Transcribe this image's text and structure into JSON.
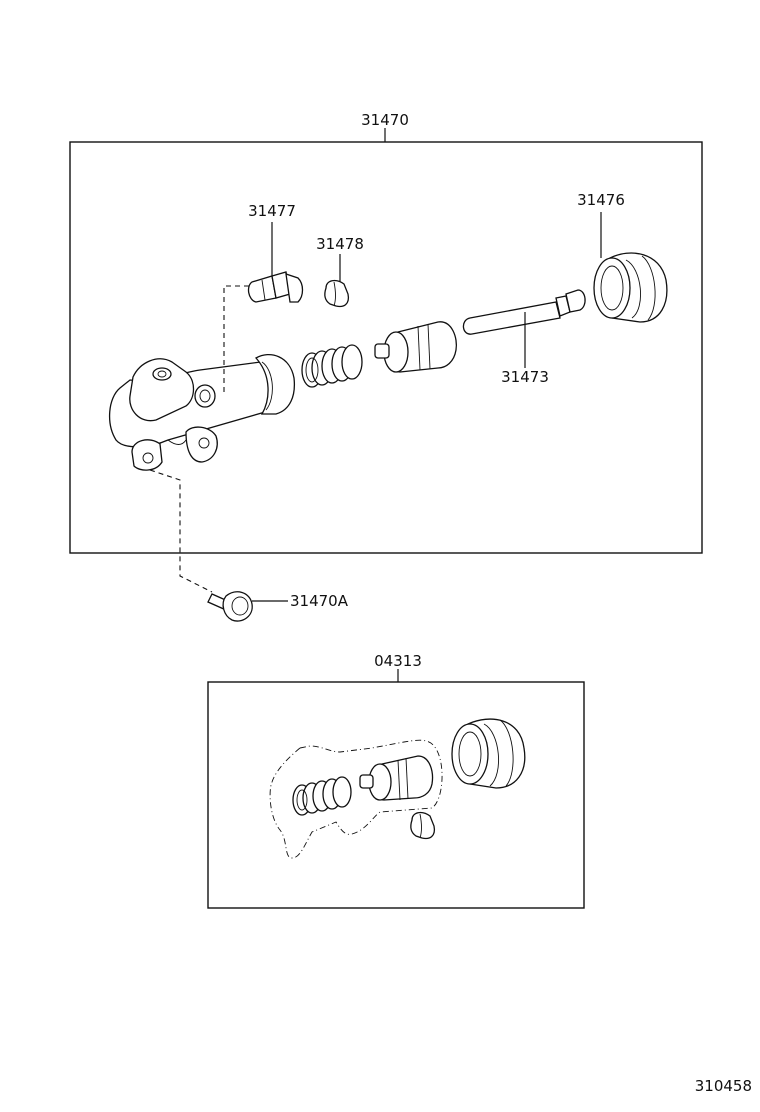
{
  "labels": {
    "assembly_main": "31470",
    "bleeder_plug": "31477",
    "bleeder_cap": "31478",
    "boot": "31476",
    "push_rod": "31473",
    "mounting_bolt": "31470A",
    "repair_kit": "04313",
    "diagram_number": "310458"
  }
}
